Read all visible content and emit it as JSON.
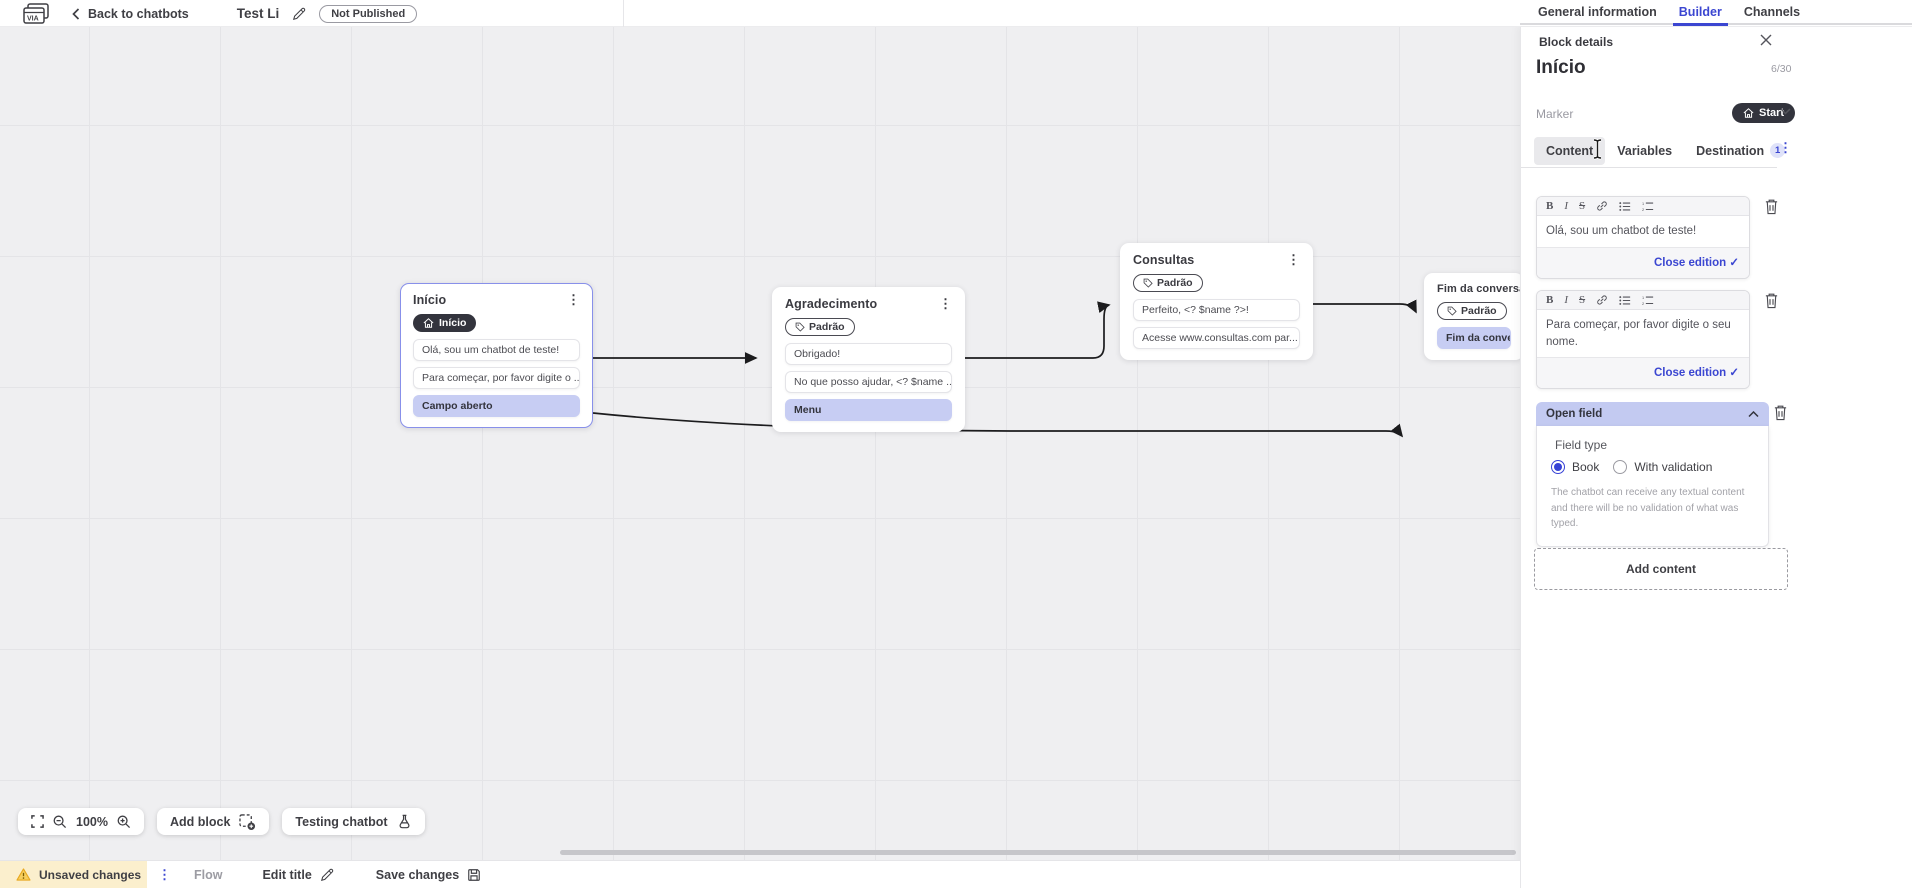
{
  "topbar": {
    "logo_text": "VIA",
    "back_label": "Back to chatbots",
    "chatbot_title": "Test Li",
    "status_badge": "Not Published",
    "tabs": [
      {
        "label": "General information",
        "active": false
      },
      {
        "label": "Builder",
        "active": true
      },
      {
        "label": "Channels",
        "active": false
      }
    ]
  },
  "canvas": {
    "blocks": [
      {
        "title": "Início",
        "marker": "Início",
        "rows": [
          "Olá, sou um chatbot de teste!",
          "Para começar, por favor digite o ...",
          "Campo aberto"
        ]
      },
      {
        "title": "Agradecimento",
        "tag": "Padrão",
        "rows": [
          "Obrigado!",
          "No que posso ajudar, <? $name ...",
          "Menu"
        ]
      },
      {
        "title": "Consultas",
        "tag": "Padrão",
        "rows": [
          "Perfeito, <? $name ?>!",
          "Acesse www.consultas.com par..."
        ]
      },
      {
        "title": "Fim da conversa",
        "tag": "Padrão",
        "rows": [
          "Fim da conversa"
        ]
      }
    ],
    "toolbar": {
      "zoom_level": "100%",
      "add_block_label": "Add block",
      "testing_label": "Testing chatbot"
    }
  },
  "panel": {
    "header": "Block details",
    "name_value": "Início",
    "name_counter": "6/30",
    "marker_label": "Marker",
    "marker_value": "Start",
    "tabs": [
      {
        "label": "Content",
        "active": true
      },
      {
        "label": "Variables",
        "active": false
      },
      {
        "label": "Destination",
        "active": false,
        "badge": "1"
      }
    ],
    "editors": [
      {
        "text": "Olá, sou um chatbot de teste!",
        "close_label": "Close edition"
      },
      {
        "text": "Para começar, por favor digite o seu nome.",
        "close_label": "Close edition"
      }
    ],
    "open_field": {
      "title": "Open field",
      "field_type_label": "Field type",
      "options": [
        {
          "label": "Book",
          "selected": true
        },
        {
          "label": "With validation",
          "selected": false
        }
      ],
      "description": "The chatbot can receive any textual content and there will be no validation of what was typed."
    },
    "add_content_label": "Add content"
  },
  "statusbar": {
    "unsaved_label": "Unsaved changes",
    "flow_label": "Flow",
    "edit_title_label": "Edit title",
    "save_label": "Save changes"
  },
  "colors": {
    "accent": "#3b46d1",
    "dark_pill": "#33343d",
    "highlight_row": "#c7cdf3",
    "selected_border": "#8890ea",
    "warning_bg": "#fbefcd",
    "warning_icon": "#f3b72e",
    "canvas_bg": "#efeff1"
  }
}
